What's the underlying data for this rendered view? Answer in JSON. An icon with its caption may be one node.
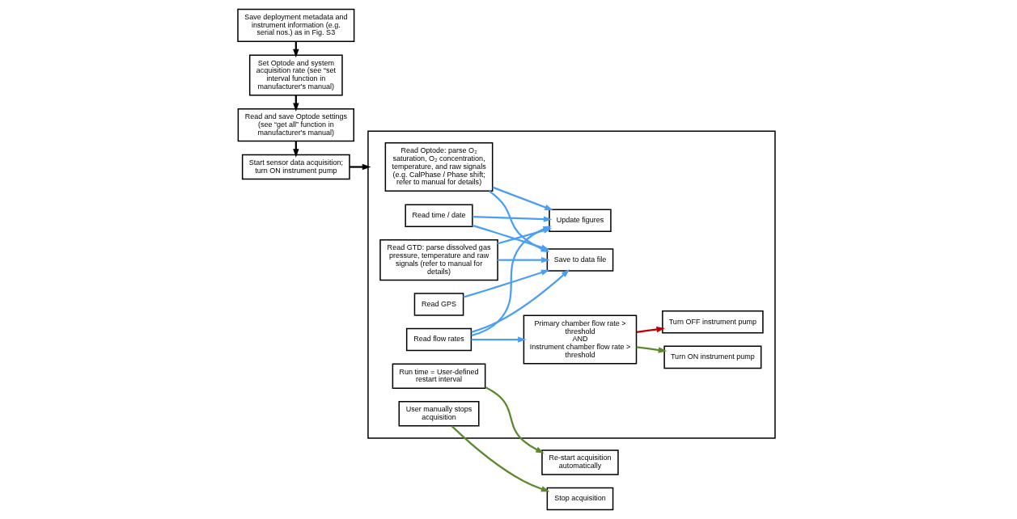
{
  "diagram": {
    "nodes": [
      {
        "text": [
          "Save deployment metadata and instrument information (e.g. serial nos.) as in Fig. S3"
        ]
      },
      {
        "text": [
          "Set Optode and system acquisition rate (see “set interval function in manufacturer's manual)"
        ]
      },
      {
        "text": [
          "Read and save Optode settings (see “get all” function in manufacturer's manual)"
        ]
      },
      {
        "text": [
          "Start sensor data acquisition; turn ON instrument pump"
        ]
      },
      {
        "text": [],
        "shape": "box"
      },
      {
        "text": [
          "Read Optode: parse O₂ saturation, O₂ concentration, temperature, and raw signals (e.g. CalPhase / Phase shift; refer to manual for details)"
        ],
        "in": 4
      },
      {
        "text": [
          "Read time / date"
        ],
        "in": 4
      },
      {
        "text": [
          "Read GPS"
        ],
        "in": 4
      },
      {
        "text": [
          "Read GTD: parse dissolved gas pressure, temperature and raw signals (refer to manual for details)"
        ],
        "in": 4
      },
      {
        "text": [
          "Save to data file"
        ],
        "in": 4
      },
      {
        "text": [
          "Update figures"
        ],
        "in": 4
      },
      {
        "text": [
          "Run time = User-defined restart interval"
        ],
        "in": 4
      },
      {
        "text": [
          "Re-start acquisition automatically"
        ]
      },
      {
        "text": [
          "Read flow rates"
        ],
        "in": 4
      },
      {
        "text": [
          "Primary chamber flow rate > threshold",
          "AND",
          "Instrument chamber flow rate > threshold"
        ],
        "in": 4
      },
      {
        "text": [
          "Turn ON instrument pump"
        ],
        "in": 4
      },
      {
        "text": [
          "Turn OFF instrument pump"
        ],
        "in": 4
      },
      {
        "text": [
          "User manually stops acquisition"
        ],
        "in": 4
      },
      {
        "text": [
          "Stop acquisition"
        ]
      }
    ],
    "edges": [
      {
        "from": 0,
        "to": 1,
        "arrow": "to",
        "color": "#000000"
      },
      {
        "from": 1,
        "to": 2,
        "arrow": "to",
        "color": "#000000"
      },
      {
        "from": 2,
        "to": 3,
        "arrow": "to",
        "color": "#000000"
      },
      {
        "from": 3,
        "to": 4,
        "arrow": "to",
        "color": "#000000"
      },
      {
        "from": 5,
        "to": 9,
        "arrow": "to"
      },
      {
        "from": 5,
        "to": 10,
        "arrow": "to"
      },
      {
        "from": 6,
        "to": 9,
        "arrow": "to"
      },
      {
        "from": 6,
        "to": 10,
        "arrow": "to"
      },
      {
        "from": 7,
        "to": 9,
        "arrow": "to"
      },
      {
        "from": 8,
        "to": 9,
        "arrow": "to"
      },
      {
        "from": 8,
        "to": 10,
        "arrow": "to"
      },
      {
        "from": 13,
        "to": 9,
        "arrow": "to"
      },
      {
        "from": 13,
        "to": 10,
        "arrow": "to"
      },
      {
        "from": 13,
        "to": 14,
        "arrow": "to"
      },
      {
        "from": 14,
        "to": 15,
        "arrow": "to",
        "color": "#5b8a2d"
      },
      {
        "from": 14,
        "to": 16,
        "arrow": "to",
        "color": "#c00000"
      },
      {
        "from": 11,
        "to": 12,
        "arrow": "to",
        "color": "#5b8a2d"
      },
      {
        "from": 17,
        "to": 18,
        "arrow": "to",
        "color": "#5b8a2d"
      }
    ]
  }
}
